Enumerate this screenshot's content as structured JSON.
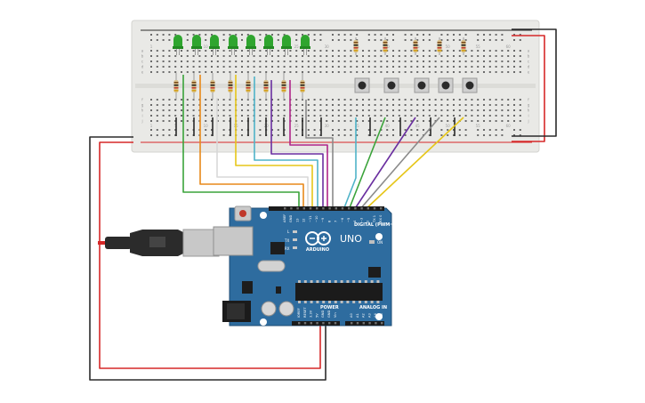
{
  "canvas": {
    "background": "#ffffff"
  },
  "board": {
    "brand": "ARDUINO",
    "model": "UNO",
    "digital_label": "DIGITAL (PWM~)",
    "power_label": "POWER",
    "analog_label": "ANALOG IN",
    "on_label": "ON",
    "l_label": "L",
    "tx_label": "TX",
    "rx_label": "RX",
    "digital_pins": [
      "AREF",
      "GND",
      "13",
      "12",
      "~11",
      "~10",
      "~9",
      "8",
      "7",
      "~6",
      "~5",
      "4",
      "~3",
      "2",
      "TX 1",
      "RX 0"
    ],
    "power_pins": [
      "IOREF",
      "RESET",
      "3.3V",
      "5V",
      "GND",
      "GND",
      "Vin"
    ],
    "analog_pins": [
      "A0",
      "A1",
      "A2",
      "A3",
      "A4",
      "A5"
    ],
    "color": "#2e6c9f"
  },
  "breadboard": {
    "top_numbers": [
      "1",
      "5",
      "10",
      "15",
      "20",
      "25",
      "30",
      "35",
      "40",
      "45",
      "50",
      "55",
      "60"
    ],
    "row_letters": [
      "a",
      "b",
      "c",
      "d",
      "e",
      "f",
      "g",
      "h",
      "i",
      "j"
    ]
  },
  "components": {
    "leds": {
      "count": 8,
      "color": "#2fa52f"
    },
    "buttons": {
      "count": 5
    },
    "resistors": {
      "count": 13
    }
  },
  "colors": {
    "red_wire": "#d62828",
    "black_wire": "#2b2b2b",
    "green_wire": "#3aa33a",
    "orange_wire": "#e8891a",
    "white_wire": "#d8d8d8",
    "yellow_wire": "#e6c619",
    "cyan_wire": "#4fb3c8",
    "purple_wire": "#6a2fa0",
    "magenta_wire": "#b0268a",
    "gray_wire": "#8a8a8a"
  }
}
